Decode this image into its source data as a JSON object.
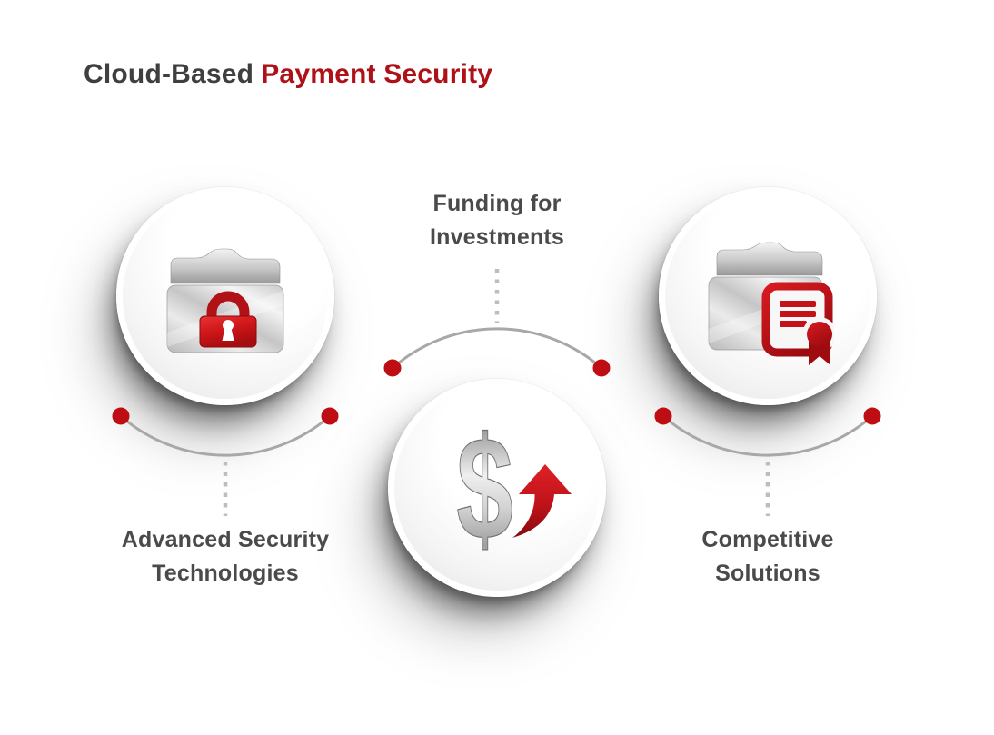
{
  "title": {
    "prefix": "Cloud-Based",
    "highlight": "Payment Security"
  },
  "colors": {
    "title_gray": "#3f3f3f",
    "accent_red": "#ae1117",
    "dot_red": "#bf0e13",
    "label_gray": "#4a4a4a",
    "arc_gray": "#a8a8a8",
    "dotted_gray": "#bdbdbd"
  },
  "nodes": [
    {
      "id": "advanced-security-technologies",
      "label": "Advanced Security Technologies",
      "icon": "folder-lock-icon",
      "label_position": "below"
    },
    {
      "id": "funding-for-investments",
      "label": "Funding for Investments",
      "icon": "dollar-growth-arrow-icon",
      "label_position": "above"
    },
    {
      "id": "competitive-solutions",
      "label": "Competitive Solutions",
      "icon": "folder-certificate-icon",
      "label_position": "below"
    }
  ],
  "glyphs": {
    "dollar": "$"
  }
}
